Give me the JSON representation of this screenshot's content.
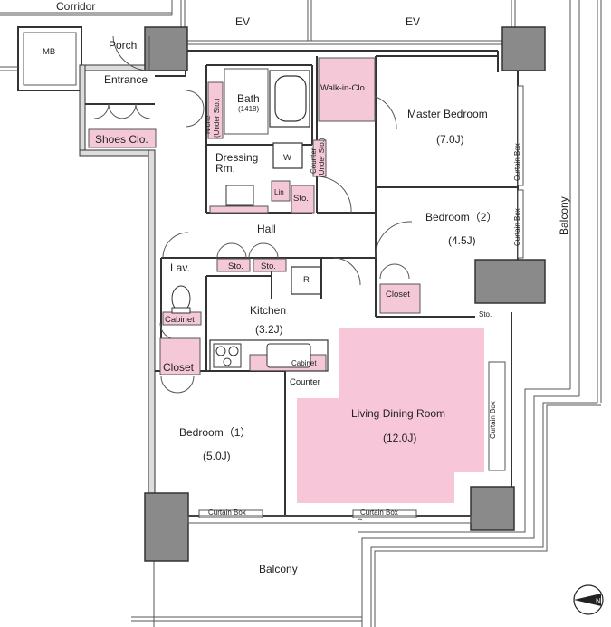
{
  "labels": {
    "corridor": "Corridor",
    "ev_left": "EV",
    "ev_right": "EV",
    "mb": "MB",
    "porch": "Porch",
    "entrance": "Entrance",
    "shoes_closet": "Shoes Clo.",
    "niche": "Niche",
    "niche_sub": "(Under Sto.)",
    "bath": "Bath",
    "bath_size": "(1418)",
    "walk_in_closet": "Walk-in-Clo.",
    "master_bedroom": "Master Bedroom",
    "master_bedroom_size": "(7.0J)",
    "dressing_room_1": "Dressing",
    "dressing_room_2": "Rm.",
    "washer": "W",
    "counter_v": "Counter",
    "counter_v_sub": "(Under Sto.)",
    "linen": "Lin",
    "storage_dressing": "Sto.",
    "hall": "Hall",
    "bedroom2": "Bedroom（2）",
    "bedroom2_size": "(4.5J)",
    "curtain_box_master": "Curtain Box",
    "curtain_box_bedroom2": "Curtain Box",
    "balcony_right": "Balcony",
    "lavatory": "Lav.",
    "cabinet_lav": "Cabinet",
    "storage_hall_1": "Sto.",
    "storage_hall_2": "Sto.",
    "refrigerator": "R",
    "closet_bedroom2": "Closet",
    "kitchen": "Kitchen",
    "kitchen_size": "(3.2J)",
    "storage_small": "Sto.",
    "closet_bedroom1": "Closet",
    "cabinet_kitchen": "Cabinet",
    "counter_kitchen": "Counter",
    "living_dining": "Living Dining Room",
    "living_dining_size": "(12.0J)",
    "curtain_box_living": "Curtain Box",
    "bedroom1": "Bedroom（1）",
    "bedroom1_size": "(5.0J)",
    "curtain_box_bottom_left": "Curtain Box",
    "curtain_box_bottom_right": "Curtain Box",
    "balcony_bottom": "Balcony",
    "north": "N"
  },
  "colors": {
    "highlight_pink": "#f5c8d8",
    "living_room_pink": "#f7c6d9",
    "column_gray": "#8a8a8a",
    "wall": "#222222"
  }
}
